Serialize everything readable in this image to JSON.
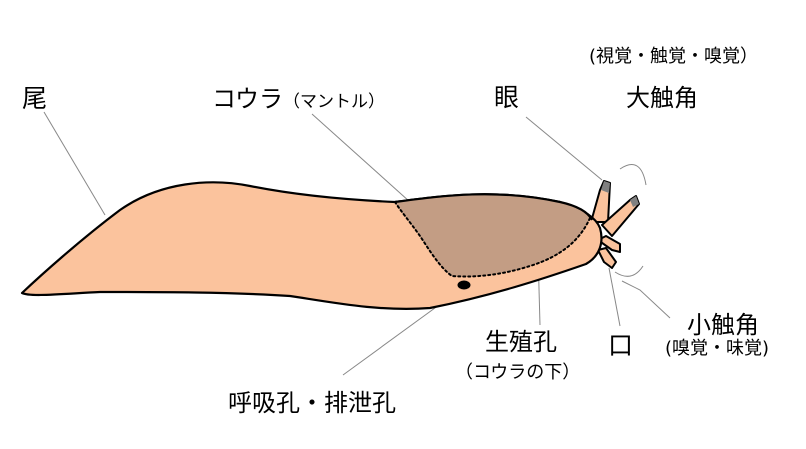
{
  "diagram": {
    "colors": {
      "body": "#fbc39d",
      "mantle": "#c39d84",
      "tentacle_tip": "#808080",
      "outline": "#000000",
      "leader": "#888888"
    },
    "labels": {
      "tail": "尾",
      "mantle": "コウラ",
      "mantle_note": "（マントル）",
      "eye": "眼",
      "big_tentacle_note": "(視覚・触覚・嗅覚）",
      "big_tentacle": "大触角",
      "small_tentacle": "小触角",
      "small_tentacle_note": "(嗅覚・味覚)",
      "mouth": "口",
      "genital_pore": "生殖孔",
      "genital_pore_note": "（コウラの下）",
      "breathing_pore": "呼吸孔・排泄孔"
    }
  }
}
